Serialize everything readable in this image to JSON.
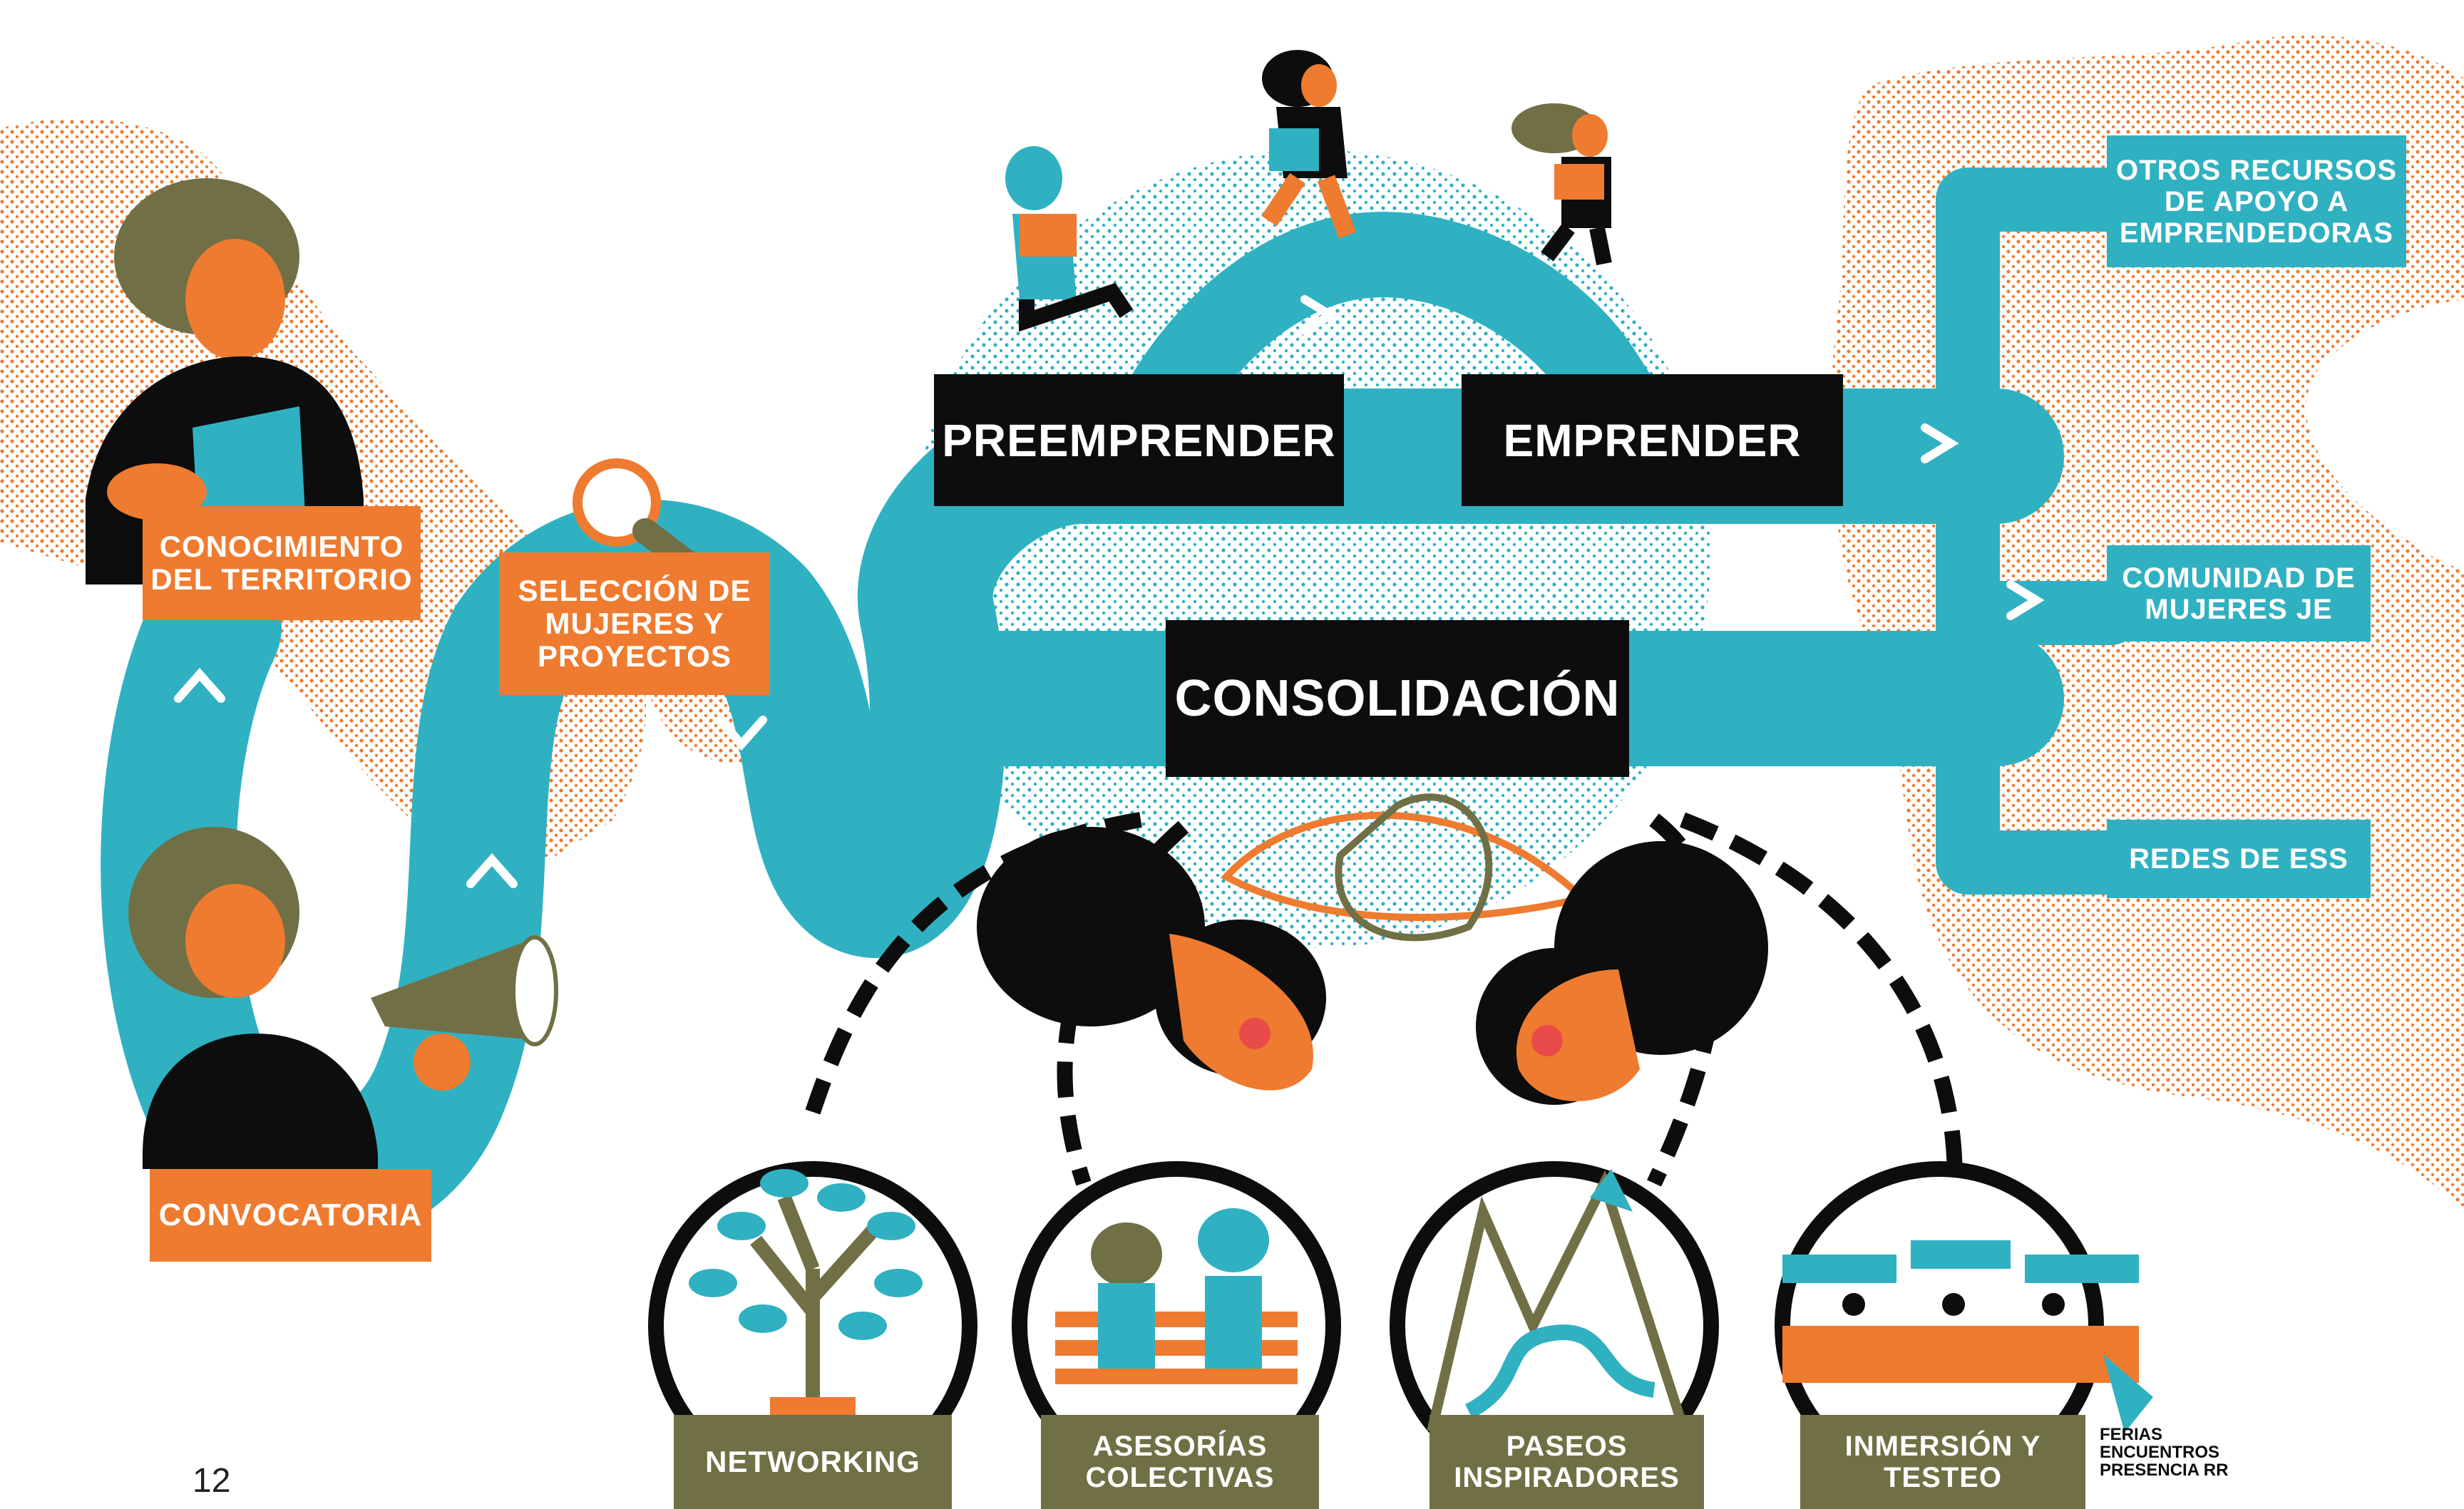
{
  "colors": {
    "orange": "#ee7b2f",
    "teal": "#2fb1c2",
    "black": "#0d0d0d",
    "olive": "#716f45",
    "white": "#ffffff"
  },
  "stages": {
    "preemprender": "PREEMPRENDER",
    "emprender": "EMPRENDER",
    "consolidacion": "CONSOLIDACIÓN"
  },
  "steps": {
    "conocimiento": "CONOCIMIENTO\nDEL TERRITORIO",
    "seleccion": "SELECCIÓN DE\nMUJERES Y\nPROYECTOS",
    "convocatoria": "CONVOCATORIA"
  },
  "outcomes": {
    "otros_recursos": "OTROS RECURSOS\nDE APOYO A\nEMPRENDEDORAS",
    "comunidad": "COMUNIDAD DE\nMUJERES JE",
    "redes": "REDES DE ESS"
  },
  "activities": {
    "networking": "NETWORKING",
    "asesorias": "ASESORÍAS\nCOLECTIVAS",
    "paseos": "PASEOS\nINSPIRADORES",
    "inmersion": "INMERSIÓN Y\nTESTEO"
  },
  "ferias_caption": "FERIAS\nENCUENTROS\nPRESENCIA RR",
  "page_number": "12",
  "icons": [
    "woman-with-map-icon",
    "woman-with-megaphone-icon",
    "magnifying-glass-icon",
    "walking-women-icon",
    "faces-icon",
    "tree-icon",
    "bench-icon",
    "mountains-icon",
    "market-stalls-icon"
  ]
}
